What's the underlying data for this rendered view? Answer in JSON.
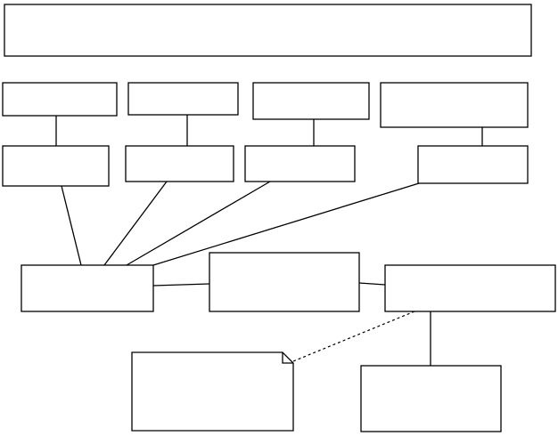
{
  "diagram": {
    "nodes": [
      {
        "id": "title-box",
        "label": ""
      },
      {
        "id": "top-box-1",
        "label": ""
      },
      {
        "id": "top-box-2",
        "label": ""
      },
      {
        "id": "top-box-3",
        "label": ""
      },
      {
        "id": "top-box-4",
        "label": ""
      },
      {
        "id": "mid-box-1",
        "label": ""
      },
      {
        "id": "mid-box-2",
        "label": ""
      },
      {
        "id": "mid-box-3",
        "label": ""
      },
      {
        "id": "mid-box-4",
        "label": ""
      },
      {
        "id": "hub-box-left",
        "label": ""
      },
      {
        "id": "hub-box-center",
        "label": ""
      },
      {
        "id": "hub-box-right",
        "label": ""
      },
      {
        "id": "note-box",
        "label": ""
      },
      {
        "id": "bottom-box",
        "label": ""
      }
    ],
    "edges": [
      {
        "from": "top-box-1",
        "to": "mid-box-1",
        "style": "solid"
      },
      {
        "from": "top-box-2",
        "to": "mid-box-2",
        "style": "solid"
      },
      {
        "from": "top-box-3",
        "to": "mid-box-3",
        "style": "solid"
      },
      {
        "from": "top-box-4",
        "to": "mid-box-4",
        "style": "solid"
      },
      {
        "from": "mid-box-1",
        "to": "hub-box-left",
        "style": "solid"
      },
      {
        "from": "mid-box-2",
        "to": "hub-box-left",
        "style": "solid"
      },
      {
        "from": "mid-box-3",
        "to": "hub-box-left",
        "style": "solid"
      },
      {
        "from": "mid-box-4",
        "to": "hub-box-left",
        "style": "solid"
      },
      {
        "from": "hub-box-left",
        "to": "hub-box-center",
        "style": "solid"
      },
      {
        "from": "hub-box-center",
        "to": "hub-box-right",
        "style": "solid"
      },
      {
        "from": "hub-box-right",
        "to": "note-box",
        "style": "dashed"
      },
      {
        "from": "hub-box-right",
        "to": "bottom-box",
        "style": "solid"
      }
    ]
  }
}
